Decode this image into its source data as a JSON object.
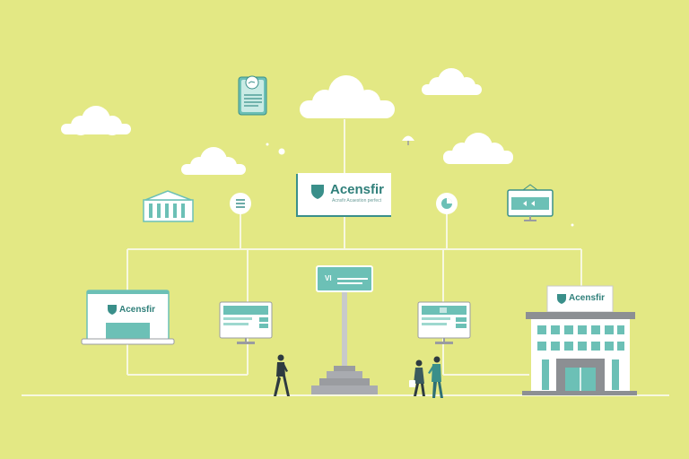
{
  "scene": {
    "colors": {
      "background": "#e3e884",
      "teal": "#6cc0b6",
      "teal_dark": "#3a8f8a",
      "white": "#ffffff",
      "line": "#f7f8e0",
      "gray": "#9a9ca0",
      "figure": "#2e3a40"
    },
    "brand": {
      "name": "Acensfir",
      "tagline": "Acnsfir Acaestion perfect"
    },
    "laptop": {
      "brand_text": "Acensfir"
    },
    "building": {
      "sign_text": "Acensfir"
    },
    "sign_post": {
      "text": "VI"
    },
    "icons": [
      "cloud-icon",
      "document-icon",
      "bank-icon",
      "menu-icon",
      "pie-chart-icon",
      "monitor-icon",
      "lamp-icon"
    ],
    "figures": [
      "person-walking",
      "person-with-bag",
      "person-standing"
    ]
  }
}
